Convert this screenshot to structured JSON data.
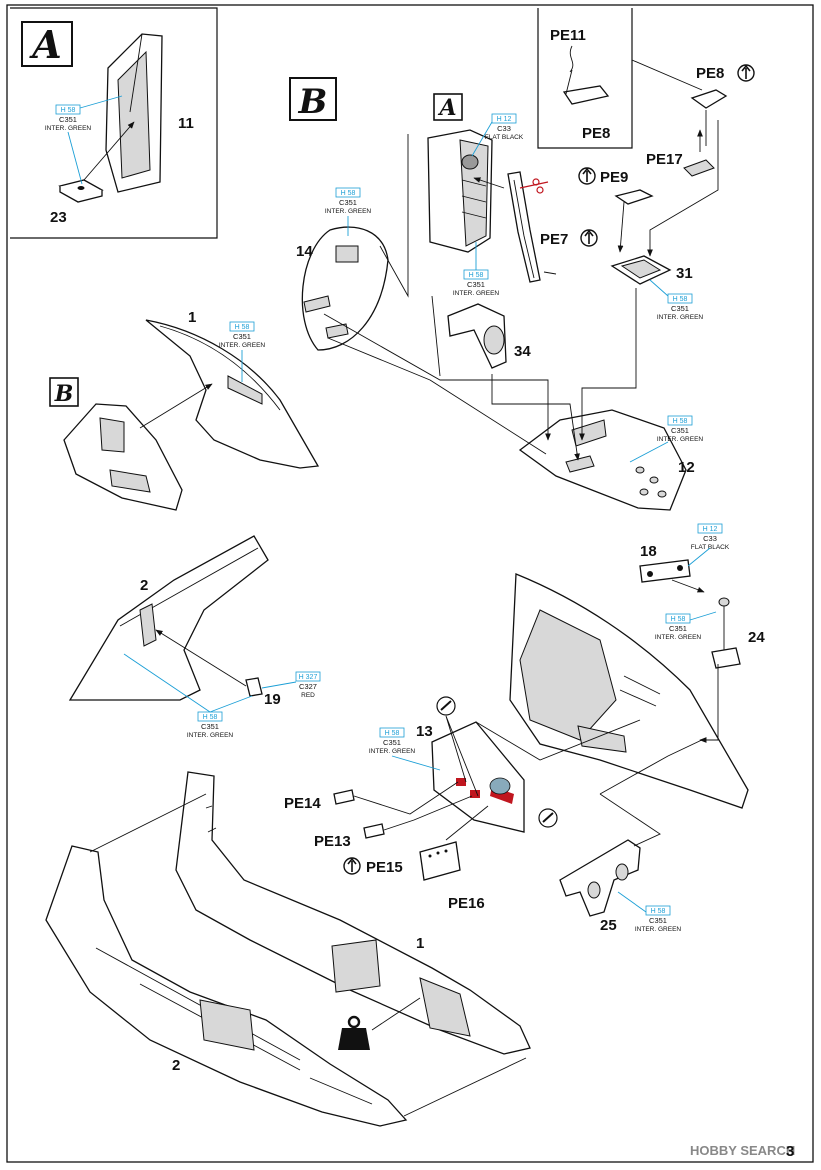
{
  "steps": {
    "a": "A",
    "b": "B"
  },
  "parts": {
    "p1": "1",
    "p2": "2",
    "p11": "11",
    "p12": "12",
    "p13": "13",
    "p14": "14",
    "p18": "18",
    "p19": "19",
    "p23": "23",
    "p24": "24",
    "p25": "25",
    "p31": "31",
    "p34": "34"
  },
  "pe": {
    "pe7": "PE7",
    "pe8": "PE8",
    "pe9": "PE9",
    "pe11": "PE11",
    "pe13": "PE13",
    "pe14": "PE14",
    "pe15": "PE15",
    "pe16": "PE16",
    "pe17": "PE17"
  },
  "colors": {
    "inter_green": {
      "top": "H 58",
      "code": "C351",
      "name": "INTER. GREEN"
    },
    "flat_black": {
      "top": "H 12",
      "code": "C33",
      "name": "FLAT BLACK"
    },
    "red": {
      "top": "H 327",
      "code": "C327",
      "name": "RED"
    }
  },
  "palette": {
    "callout_blue": "#1c9fd6",
    "red_detail": "#c0161f"
  },
  "icons": [
    "flip-arrow-icon",
    "scissors-icon",
    "weight-icon",
    "bullet-marker-icon"
  ],
  "page_number": "3",
  "watermark": "HOBBY SEARCH"
}
